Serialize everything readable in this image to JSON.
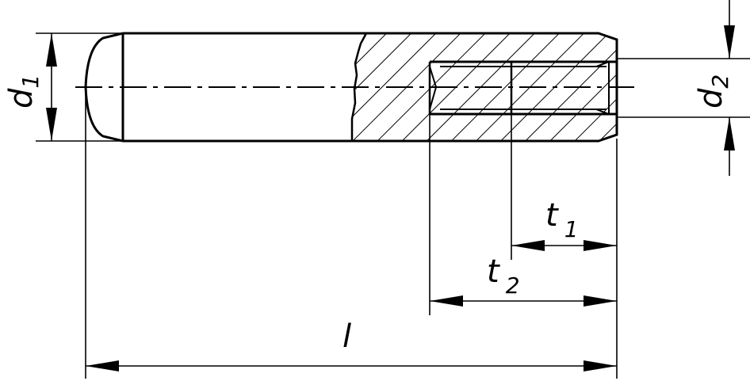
{
  "drawing": {
    "labels": {
      "d1": {
        "base": "d",
        "sub": "1"
      },
      "d2": {
        "base": "d",
        "sub": "2"
      },
      "t1": {
        "base": "t",
        "sub": "1"
      },
      "t2": {
        "base": "t",
        "sub": "2"
      },
      "l": {
        "base": "l"
      }
    }
  }
}
